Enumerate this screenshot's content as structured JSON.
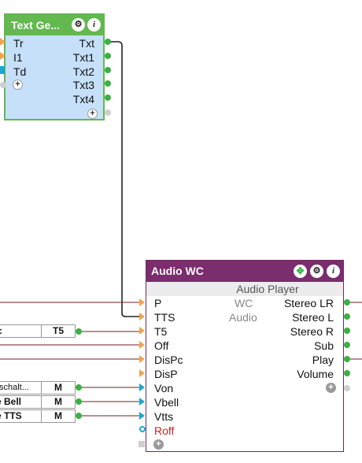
{
  "text_gen": {
    "title": "Text Ge...",
    "inputs": [
      "Tr",
      "I1",
      "Td"
    ],
    "outputs": [
      "Txt",
      "Txt1",
      "Txt2",
      "Txt3",
      "Txt4"
    ],
    "add_label": "+"
  },
  "audio": {
    "title": "Audio WC",
    "subtitle": "Audio Player",
    "param_name": "WC",
    "param_type": "Audio",
    "inputs": [
      "P",
      "TTS",
      "T5",
      "Off",
      "DisPc",
      "DisP",
      "Von",
      "Vbell",
      "Vtts",
      "Roff"
    ],
    "outputs": [
      "Stereo LR",
      "Stereo L",
      "Stereo R",
      "Sub",
      "Play",
      "Volume"
    ],
    "add_label": "+"
  },
  "sources": [
    {
      "label": ":",
      "tag": "T5"
    },
    {
      "label": "schalt...",
      "tag": "M"
    },
    {
      "label": "e Bell",
      "tag": "M"
    },
    {
      "label": "e TTS",
      "tag": "M"
    }
  ],
  "icons": {
    "gear": "⚙",
    "info": "i",
    "move": "✥"
  },
  "colors": {
    "tg_green": "#63b84f",
    "tg_body": "#c6e0fa",
    "audio_purple": "#7b2d6e",
    "pin_green": "#3cb043",
    "pin_orange": "#f5a24b",
    "pin_blue": "#1aa7d6",
    "wire_red": "#8b2020"
  }
}
